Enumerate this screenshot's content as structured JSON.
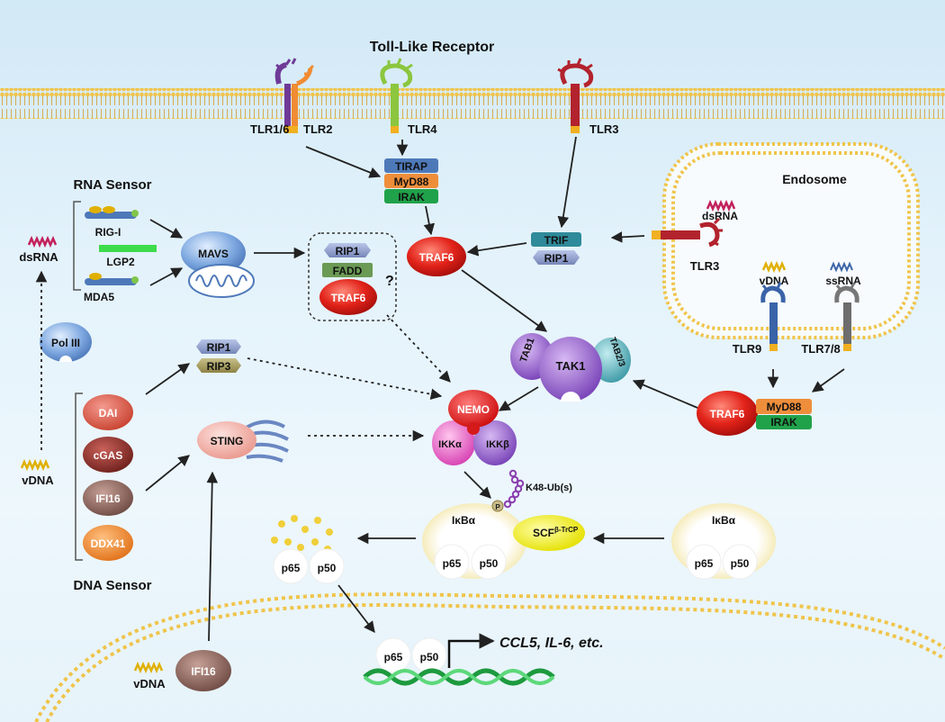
{
  "title": "Toll-Like Receptor",
  "membrane_receptors": {
    "tlr16": "TLR1/6",
    "tlr2": "TLR2",
    "tlr4": "TLR4",
    "tlr3": "TLR3"
  },
  "myd88_complex": [
    "TIRAP",
    "MyD88",
    "IRAK"
  ],
  "endosome": {
    "label": "Endosome",
    "dsrna": "dsRNA",
    "tlr3": "TLR3",
    "vdna": "vDNA",
    "ssrna": "ssRNA",
    "tlr9": "TLR9",
    "tlr78": "TLR7/8"
  },
  "trif_complex": [
    "TRIF",
    "RIP1"
  ],
  "traf6": "TRAF6",
  "rna_sensor": {
    "title": "RNA Sensor",
    "items": [
      "RIG-I",
      "LGP2",
      "MDA5"
    ],
    "ligand": "dsRNA",
    "adaptor": "MAVS"
  },
  "ripoptosome": {
    "items": [
      "RIP1",
      "FADD",
      "TRAF6"
    ],
    "question": "?"
  },
  "pol3": "Pol III",
  "rip_complex": [
    "RIP1",
    "RIP3"
  ],
  "dna_sensor": {
    "title": "DNA Sensor",
    "items": [
      "DAI",
      "cGAS",
      "IFI16",
      "DDX41"
    ],
    "ligand": "vDNA",
    "adaptor": "STING"
  },
  "tak_complex": {
    "tab1": "TAB1",
    "tak1": "TAK1",
    "tab23": "TAB2/3"
  },
  "ikk_complex": {
    "nemo": "NEMO",
    "ikka": "IKKα",
    "ikkb": "IKKβ"
  },
  "myd88_endo": {
    "traf6": "TRAF6",
    "myd88": "MyD88",
    "irak": "IRAK"
  },
  "nfkb": {
    "ikba": "IκBα",
    "p65": "p65",
    "p50": "p50",
    "scf_base": "SCF",
    "scf_sup": "β-TrCP",
    "phospho": "P",
    "k48": "K48-Ub(s)"
  },
  "nucleus": {
    "ifi16": "IFI16",
    "vdna": "vDNA",
    "p65": "p65",
    "p50": "p50",
    "target_genes": "CCL5, IL-6, etc."
  }
}
